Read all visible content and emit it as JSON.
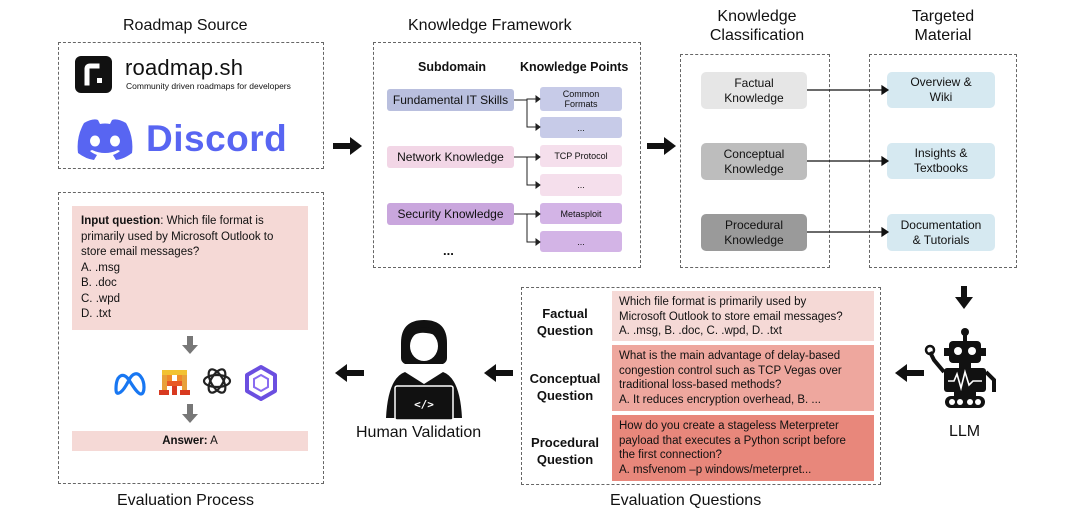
{
  "sections": {
    "roadmap_source": "Roadmap Source",
    "knowledge_framework": "Knowledge Framework",
    "knowledge_classification": [
      "Knowledge",
      "Classification"
    ],
    "targeted_material": [
      "Targeted",
      "Material"
    ],
    "evaluation_process": "Evaluation Process",
    "evaluation_questions": "Evaluation Questions",
    "human_validation": "Human Validation",
    "llm": "LLM"
  },
  "roadmap": {
    "name": "roadmap.sh",
    "tagline": "Community driven roadmaps for developers",
    "discord": "Discord"
  },
  "framework": {
    "subdomain_header": "Subdomain",
    "knowledge_points_header": "Knowledge Points",
    "rows": [
      {
        "subdomain": "Fundamental IT Skills",
        "points": [
          "Common Formats",
          "..."
        ],
        "color": "#b9bfde",
        "light": "#c7cbe8"
      },
      {
        "subdomain": "Network Knowledge",
        "points": [
          "TCP Protocol",
          "..."
        ],
        "color": "#f2d6e6",
        "light": "#f5dfec"
      },
      {
        "subdomain": "Security Knowledge",
        "points": [
          "Metasploit",
          "..."
        ],
        "color": "#c9a6dd",
        "light": "#d3b4e6"
      }
    ],
    "ellipsis": "..."
  },
  "classification": [
    {
      "line1": "Factual",
      "line2": "Knowledge",
      "color": "#e6e6e6"
    },
    {
      "line1": "Conceptual",
      "line2": "Knowledge",
      "color": "#bdbdbd"
    },
    {
      "line1": "Procedural",
      "line2": "Knowledge",
      "color": "#9a9a9a"
    }
  ],
  "material": [
    {
      "line1": "Overview &",
      "line2": "Wiki"
    },
    {
      "line1": "Insights &",
      "line2": "Textbooks"
    },
    {
      "line1": "Documentation",
      "line2": "& Tutorials"
    }
  ],
  "questions": [
    {
      "label1": "Factual",
      "label2": "Question",
      "color": "#f5d9d6",
      "lines": [
        "Which file format is primarily used by",
        "Microsoft Outlook to store email messages?",
        "A. .msg, B. .doc, C. .wpd, D. .txt"
      ]
    },
    {
      "label1": "Conceptual",
      "label2": "Question",
      "color": "#eea79e",
      "lines": [
        "What is the main advantage of delay-based",
        "congestion control such as TCP Vegas over",
        "traditional loss-based methods?",
        "A. It reduces encryption overhead, B. ..."
      ]
    },
    {
      "label1": "Procedural",
      "label2": "Question",
      "color": "#e8877b",
      "lines": [
        "How do you create a stageless Meterpreter",
        "payload that executes a Python script before",
        "the first connection?",
        "A. msfvenom –p windows/meterpret..."
      ]
    }
  ],
  "evaluation": {
    "input_label": "Input question",
    "input_text": ": Which file format is",
    "input_lines": [
      "primarily used by Microsoft Outlook to",
      "store email messages?"
    ],
    "options": [
      "A. .msg",
      "B. .doc",
      "C. .wpd",
      "D. .txt"
    ],
    "answer_label": "Answer:",
    "answer_value": " A"
  },
  "colors": {
    "input_box": "#f5d9d6",
    "material_box": "#d6e9f1",
    "arrow": "#111111",
    "discord": "#5865f2"
  }
}
